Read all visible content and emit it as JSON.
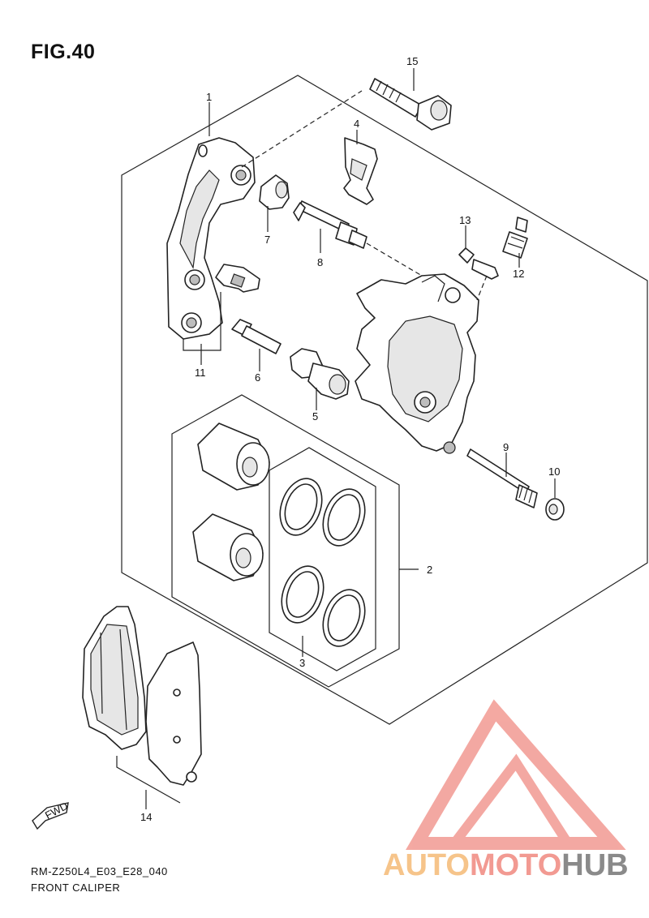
{
  "header": {
    "figure_title": "FIG.40"
  },
  "callouts": {
    "c1": "1",
    "c2": "2",
    "c3": "3",
    "c4": "4",
    "c5": "5",
    "c6": "6",
    "c7": "7",
    "c8": "8",
    "c9": "9",
    "c10": "10",
    "c11": "11",
    "c12": "12",
    "c13": "13",
    "c14": "14",
    "c15": "15"
  },
  "fwd_marker": {
    "label": "FWD",
    "icon": "fwd-arrow-icon"
  },
  "footer": {
    "model_code": "RM-Z250L4_E03_E28_040",
    "section_name": "FRONT CALIPER"
  },
  "watermark": {
    "part1": "AUTO",
    "part2": "MOTO",
    "part3": "HUB",
    "colors": {
      "auto": "#f6c48a",
      "moto": "#f29a92",
      "hub": "#8a8a8a",
      "logo": "#f29a92"
    }
  }
}
